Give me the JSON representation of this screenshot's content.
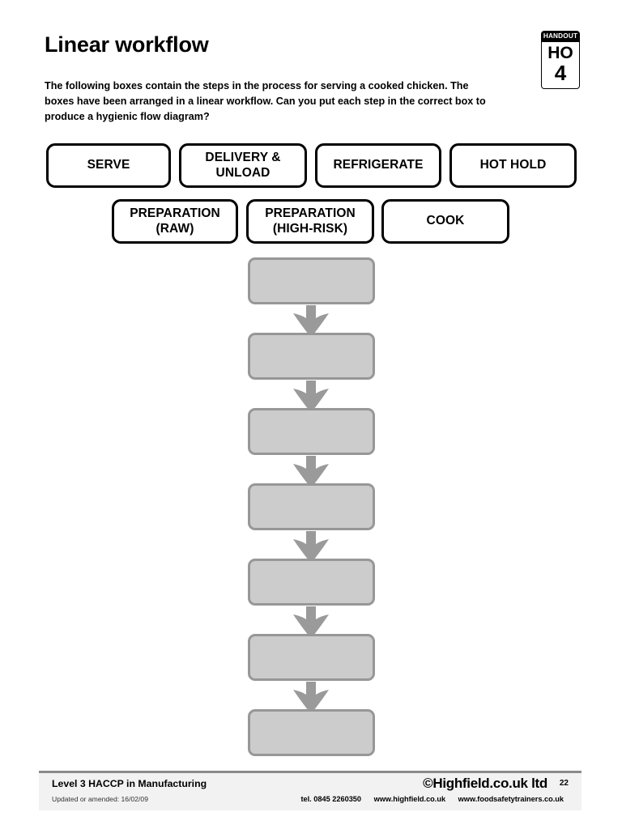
{
  "document": {
    "title": "Linear workflow",
    "intro": "The following boxes contain the steps in the process for serving a cooked chicken.  The boxes have been arranged in a linear workflow.  Can you put each step in the correct box to produce a hygienic flow diagram?"
  },
  "handout_badge": {
    "label": "HANDOUT",
    "code": "HO",
    "number": "4"
  },
  "step_labels": {
    "row1": [
      {
        "text": "SERVE",
        "name": "label-box-serve"
      },
      {
        "text": "DELIVERY & UNLOAD",
        "name": "label-box-delivery-unload"
      },
      {
        "text": "REFRIGERATE",
        "name": "label-box-refrigerate"
      },
      {
        "text": "HOT HOLD",
        "name": "label-box-hot-hold"
      }
    ],
    "row2": [
      {
        "text": "PREPARATION (RAW)",
        "name": "label-box-preparation-raw"
      },
      {
        "text": "PREPARATION (HIGH-RISK)",
        "name": "label-box-preparation-high-risk"
      },
      {
        "text": "COOK",
        "name": "label-box-cook"
      }
    ]
  },
  "flow_diagram": {
    "box_count": 7,
    "arrow_count": 6,
    "box_fill": "#cccccc",
    "box_border": "#979797",
    "boxes": [
      {
        "label": ""
      },
      {
        "label": ""
      },
      {
        "label": ""
      },
      {
        "label": ""
      },
      {
        "label": ""
      },
      {
        "label": ""
      },
      {
        "label": ""
      }
    ]
  },
  "footer": {
    "course": "Level 3 HACCP in Manufacturing",
    "updated": "Updated or amended: 16/02/09",
    "brand": "©Highfield.co.uk ltd",
    "page_number": "22",
    "tel": "tel. 0845 2260350",
    "website1": "www.highfield.co.uk",
    "website2": "www.foodsafetytrainers.co.uk"
  }
}
